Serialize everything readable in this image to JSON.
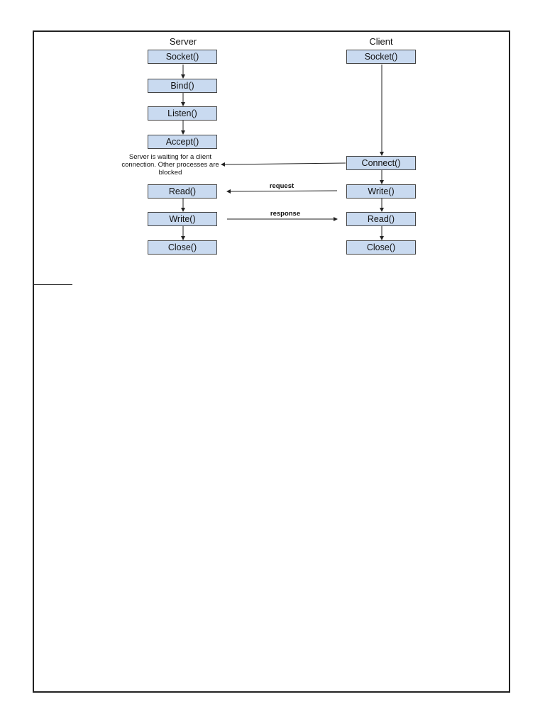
{
  "server": {
    "title": "Server",
    "steps": [
      "Socket()",
      "Bind()",
      "Listen()",
      "Accept()",
      "Read()",
      "Write()",
      "Close()"
    ],
    "wait_note": "Server is waiting for a client connection. Other processes are blocked"
  },
  "client": {
    "title": "Client",
    "steps": [
      "Socket()",
      "Connect()",
      "Write()",
      "Read()",
      "Close()"
    ]
  },
  "messages": {
    "request": "request",
    "response": "response"
  },
  "colors": {
    "box_fill": "#c9daf0",
    "box_border": "#444444",
    "line": "#222222"
  }
}
